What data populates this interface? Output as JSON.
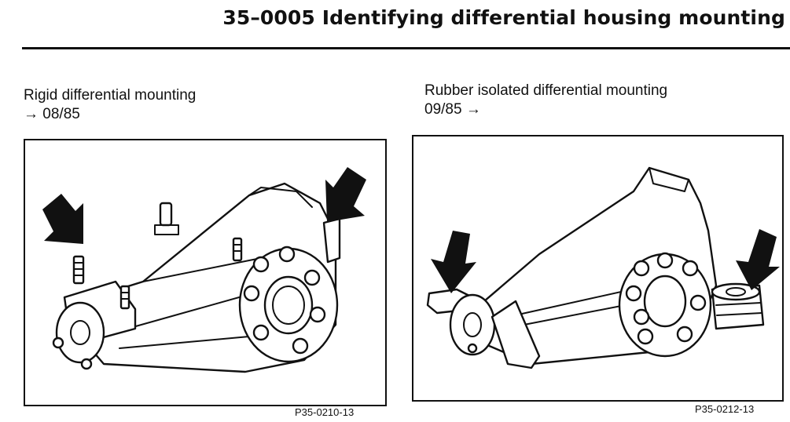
{
  "header": {
    "title": "35–0005 Identifying differential housing mounting"
  },
  "figures": [
    {
      "caption_line1": "Rigid differential mounting",
      "caption_line2": "→ 08/85",
      "code": "P35-0210-13"
    },
    {
      "caption_line1": "Rubber isolated differential mounting",
      "caption_line2": "09/85 →",
      "code": "P35-0212-13"
    }
  ],
  "icons": {
    "arrow": "arrow-icon"
  },
  "colors": {
    "ink": "#111111",
    "paper": "#ffffff"
  }
}
